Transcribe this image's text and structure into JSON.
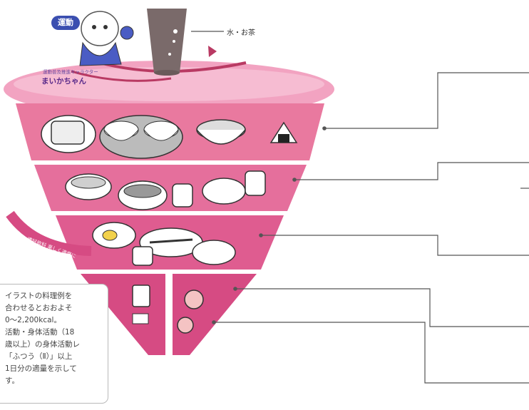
{
  "character": {
    "badge": "運動",
    "small_caption": "運動普及推進キャラクター",
    "name": "まいかちゃん"
  },
  "water": {
    "label": "水・お茶"
  },
  "side_label": "菓子・嗜好飲料 楽しく適度に",
  "note": {
    "lines": [
      "イラストの料理例を",
      "合わせるとおおよそ",
      "0〜2,200kcal。",
      "活動・身体活動（18",
      "歳以上）の身体活動レ",
      "「ふつう（Ⅱ）」以上",
      "1日分の適量を示して",
      "す。"
    ]
  },
  "colors": {
    "tier_top": "#f2a3c1",
    "tier_light": "#ef8fb3",
    "tier_mid": "#e56f9c",
    "tier_dark": "#d64b83",
    "arrow": "#b93a63",
    "leader": "#555555"
  },
  "icons": [
    "toast-icon",
    "rice-bowl-icon",
    "onigiri-icon",
    "vegetable-dish-icon",
    "meat-fish-dish-icon",
    "milk-icon",
    "fruit-icon",
    "water-glass-icon"
  ]
}
